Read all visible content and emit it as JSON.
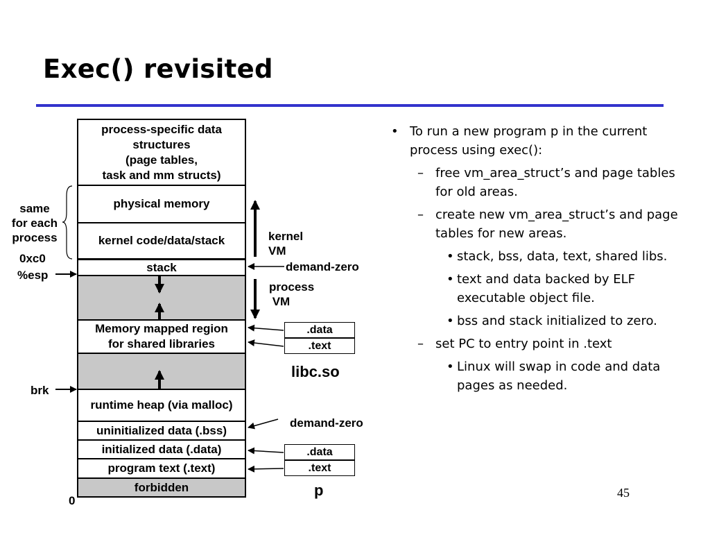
{
  "slide": {
    "title": "Exec() revisited",
    "page_number": "45",
    "rule_color": "#3333cc"
  },
  "memory_map": {
    "regions": {
      "process_specific": "process-specific data\nstructures\n(page tables,\ntask and mm structs)",
      "physical_memory": "physical memory",
      "kernel_code": "kernel code/data/stack",
      "stack": "stack",
      "mmap": "Memory mapped region\nfor shared libraries",
      "heap": "runtime heap (via malloc)",
      "bss": "uninitialized data (.bss)",
      "data": "initialized data (.data)",
      "text": "program text (.text)",
      "forbidden": "forbidden"
    },
    "left_labels": {
      "same_for_each": "same\nfor each\nprocess",
      "addr_0xc0": "0xc0",
      "esp": "%esp",
      "brk": "brk",
      "zero": "0"
    },
    "right_labels": {
      "kernel_vm": "kernel\nVM",
      "demand_zero_stack": "demand-zero",
      "process_vm": "process\n VM",
      "demand_zero_bss": "demand-zero"
    },
    "libc": {
      "data": ".data",
      "text": ".text",
      "name": "libc.so"
    },
    "program": {
      "data": ".data",
      "text": ".text",
      "name": "p"
    },
    "gray_color": "#c8c8c8"
  },
  "bullets": [
    {
      "level": 1,
      "marker": "•",
      "text": "To run a new program p in the current process using exec():"
    },
    {
      "level": 2,
      "marker": "–",
      "text": "free vm_area_struct’s and page tables for old areas."
    },
    {
      "level": 2,
      "marker": "–",
      "text": "create new vm_area_struct’s and page tables for new areas."
    },
    {
      "level": 3,
      "marker": "•",
      "text": "stack, bss, data, text, shared libs."
    },
    {
      "level": 3,
      "marker": "•",
      "text": "text and data backed by ELF executable object file."
    },
    {
      "level": 3,
      "marker": "•",
      "text": "bss and stack initialized to zero."
    },
    {
      "level": 2,
      "marker": "–",
      "text": "set PC to entry point in .text"
    },
    {
      "level": 3,
      "marker": "•",
      "text": "Linux will swap in code and data pages as needed."
    }
  ]
}
